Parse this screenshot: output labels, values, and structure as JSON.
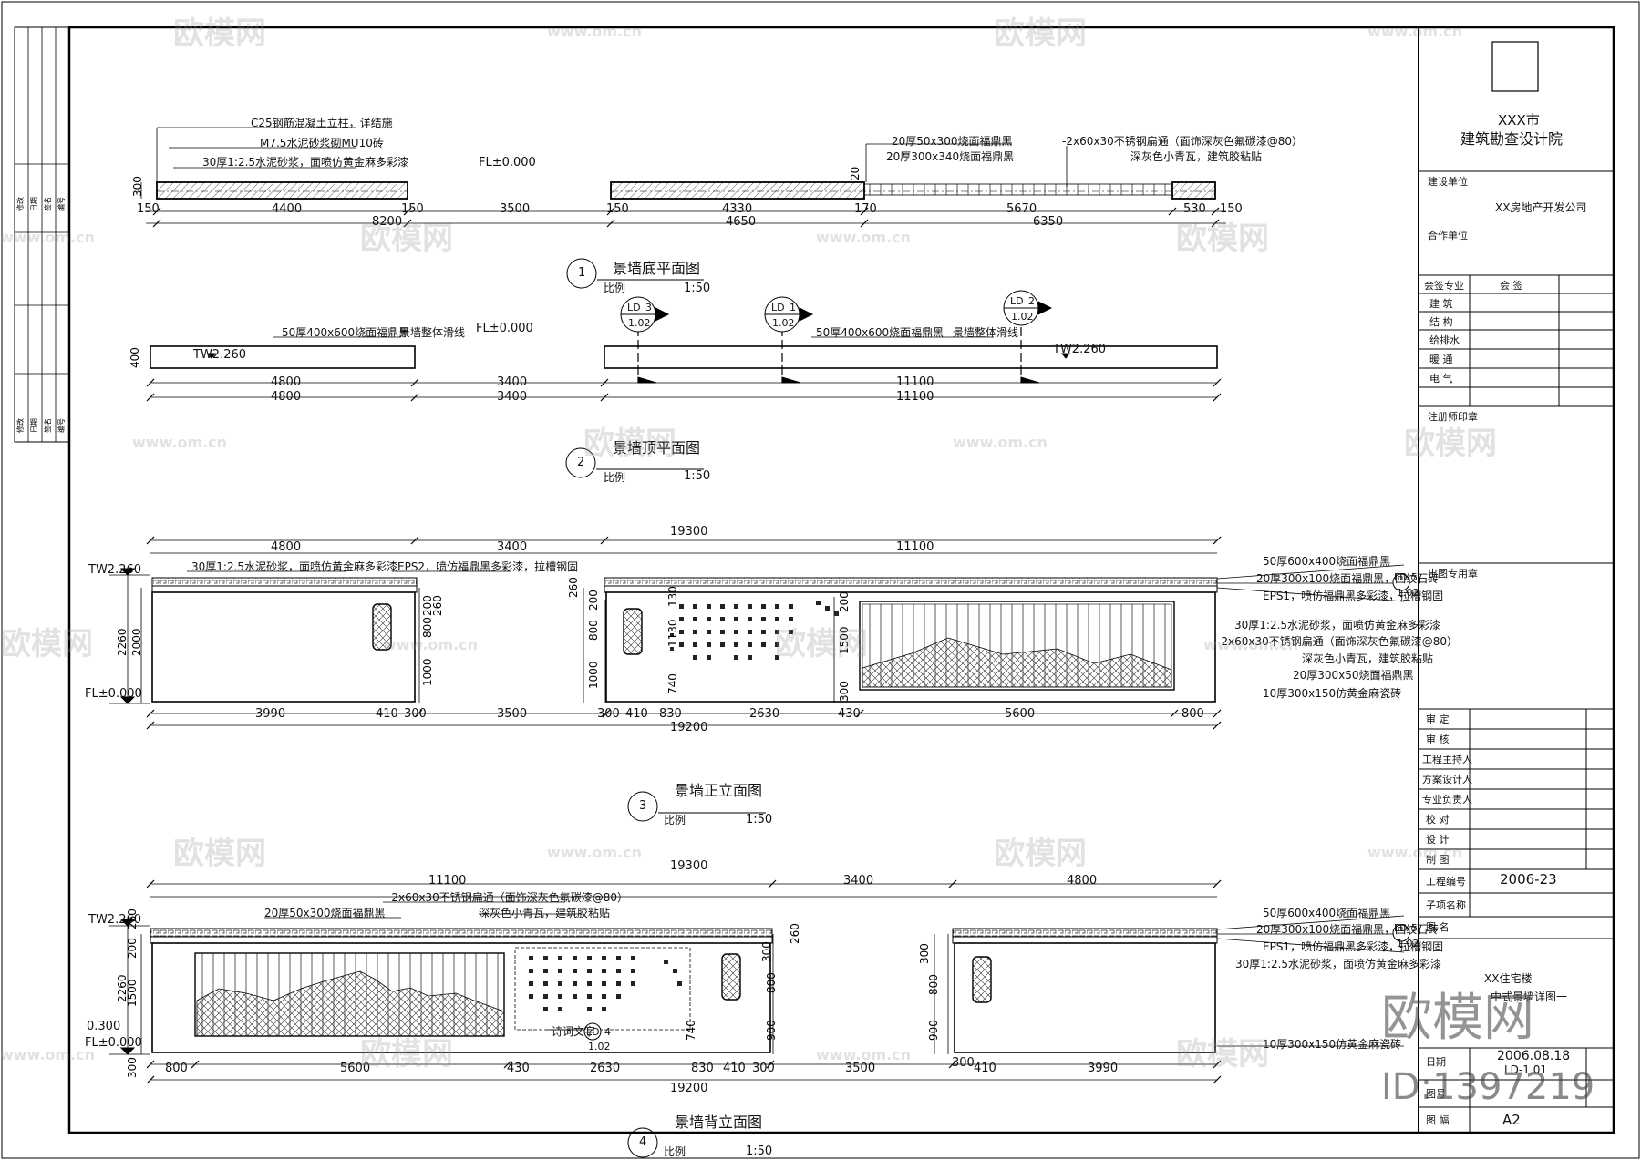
{
  "titleblock": {
    "institute_line1": "XXX市",
    "institute_line2": "建筑勘查设计院",
    "construction_unit_label": "建设单位",
    "construction_unit": "XX房地产开发公司",
    "cooperation_unit_label": "合作单位",
    "sign_header": [
      "会签专业",
      "会  签"
    ],
    "sign_rows": [
      "建   筑",
      "结   构",
      "给排水",
      "暖   通",
      "电   气"
    ],
    "design_note_label": "注册师印章",
    "seal_label": "出图专用章",
    "approval_rows": [
      "审   定",
      "审   核",
      "工程主持人",
      "方案设计人",
      "专业负责人",
      "校   对",
      "设   计",
      "制   图"
    ],
    "project_no_label": "工程编号",
    "project_no": "2006-23",
    "subitem_label": "子项名称",
    "drawing_name_label": "图   名",
    "project_name": "XX住宅楼",
    "drawing_name": "中式景墙详图一",
    "date": "2006.08.18",
    "drawing_no": "LD-1.01",
    "date_label": "日期",
    "drawing_no_label": "图号",
    "sheet_label": "图   幅",
    "sheet_size": "A2"
  },
  "left_strip": {
    "top_labels": [
      "修改",
      "日期",
      "签名",
      "编号"
    ],
    "bottom_labels": [
      "修改",
      "日期",
      "签名",
      "编号"
    ]
  },
  "watermark": {
    "brand": "欧模网",
    "site": "www.om.cn",
    "id": "ID:1397219"
  },
  "drawing1": {
    "number": "1",
    "title": "景墙底平面图",
    "scale_label": "比例",
    "scale": "1:50",
    "fl": "FL±0.000",
    "notes": [
      "C25钢筋混凝土立柱，详结施",
      "M7.5水泥砂浆砌MU10砖",
      "30厚1:2.5水泥砂浆，面喷仿黄金麻多彩漆"
    ],
    "notes_right1": [
      "20厚50x300烧面福鼎黑",
      "20厚300x340烧面福鼎黑"
    ],
    "notes_right2": [
      "-2x60x30不锈钢扁通（面饰深灰色氟碳漆@80）",
      "深灰色小青瓦，建筑胶粘贴"
    ],
    "height": "300",
    "dim_small": [
      "150",
      "150",
      "150",
      "20",
      "170",
      "530",
      "150"
    ],
    "dim_row1": [
      "4400",
      "3500",
      "4330",
      "5670"
    ],
    "dim_row2": [
      "8200",
      "4650",
      "6350"
    ]
  },
  "drawing2": {
    "number": "2",
    "title": "景墙顶平面图",
    "scale_label": "比例",
    "scale": "1:50",
    "fl": "FL±0.000",
    "notes": [
      "50厚400x600烧面福鼎黑",
      "景墙整体滑线",
      "50厚400x600烧面福鼎黑",
      "景墙整体滑线"
    ],
    "tw": [
      "TW2.260",
      "TW2.260"
    ],
    "height": "400",
    "dim_row1": [
      "4800",
      "3400",
      "11100"
    ],
    "dim_row2": [
      "4800",
      "3400",
      "11100"
    ],
    "sections": [
      {
        "ld": "LD",
        "n": "3",
        "ref": "1.02"
      },
      {
        "ld": "LD",
        "n": "1",
        "ref": "1.02"
      },
      {
        "ld": "LD",
        "n": "2",
        "ref": "1.02"
      }
    ]
  },
  "drawing3": {
    "number": "3",
    "title": "景墙正立面图",
    "scale_label": "比例",
    "scale": "1:50",
    "tw": "TW2.260",
    "fl": "FL±0.000",
    "top_total": "19300",
    "top_dims": [
      "4800",
      "3400",
      "11100"
    ],
    "bottom_dims": [
      "3990",
      "410",
      "300",
      "3500",
      "300",
      "410",
      "830",
      "2630",
      "430",
      "5600",
      "800"
    ],
    "bottom_total": "19200",
    "left_heights": [
      "2260",
      "2000"
    ],
    "mid_heights": [
      "200",
      "260",
      "800",
      "1000"
    ],
    "right_heights": [
      "260",
      "200",
      "800",
      "1000",
      "130",
      "1130",
      "740",
      "200",
      "1500",
      "300"
    ],
    "notes_top": [
      "30厚1:2.5水泥砂浆，面喷仿黄金麻多彩漆",
      "EPS2，喷仿福鼎黑多彩漆，拉槽钢固"
    ],
    "notes_right": [
      "50厚600x400烧面福鼎黑",
      "20厚300x100烧面福鼎黑，回纹石砖",
      "EPS1，喷仿福鼎黑多彩漆，拉槽钢固",
      "30厚1:2.5水泥砂浆，面喷仿黄金麻多彩漆",
      "-2x60x30不锈钢扁通（面饰深灰色氟碳漆@80）",
      "深灰色小青瓦，建筑胶粘贴",
      "20厚300x50烧面福鼎黑",
      "10厚300x150仿黄金麻瓷砖"
    ],
    "ld": {
      "ld": "LD",
      "n": "5",
      "ref": "1.02"
    }
  },
  "drawing4": {
    "number": "4",
    "title": "景墙背立面图",
    "scale_label": "比例",
    "scale": "1:50",
    "tw": "TW2.260",
    "fl": "FL±0.000",
    "level": "0.300",
    "top_total": "19300",
    "top_dims": [
      "11100",
      "3400",
      "4800"
    ],
    "bottom_dims": [
      "800",
      "5600",
      "430",
      "2630",
      "830",
      "410",
      "300",
      "3500",
      "300",
      "410",
      "3990"
    ],
    "bottom_total": "19200",
    "left_heights": [
      "260",
      "200",
      "2260",
      "1500",
      "300"
    ],
    "mid_heights": [
      "300",
      "800",
      "740",
      "900",
      "260"
    ],
    "right_heights": [
      "300",
      "800",
      "900"
    ],
    "notes_top": [
      "-2x60x30不锈钢扁通（面饰深灰色氟碳漆@80）",
      "20厚50x300烧面福鼎黑",
      "深灰色小青瓦，建筑胶粘贴"
    ],
    "notes_right": [
      "50厚600x400烧面福鼎黑",
      "20厚300x100烧面福鼎黑，回纹石砖",
      "EPS1，喷仿福鼎黑多彩漆，拉槽钢固",
      "30厚1:2.5水泥砂浆，面喷仿黄金麻多彩漆",
      "10厚300x150仿黄金麻瓷砖"
    ],
    "poem_label": "诗词文字",
    "ld_poem": {
      "ld": "LD",
      "n": "4",
      "ref": "1.02"
    },
    "ld": {
      "ld": "LD",
      "n": "5",
      "ref": "1.02"
    }
  }
}
